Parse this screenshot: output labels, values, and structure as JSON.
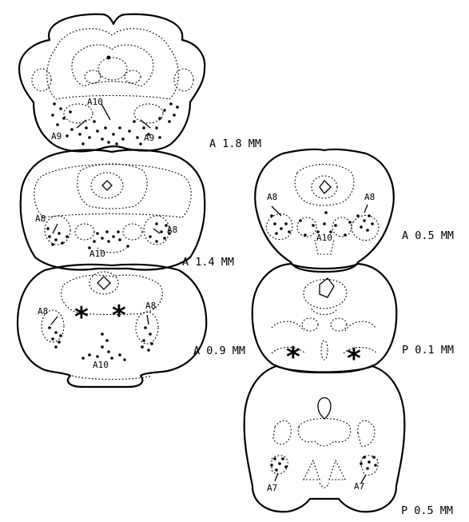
{
  "sections": [
    {
      "level": "A 1.8 MM",
      "labels": [
        "A10",
        "A9",
        "A9"
      ]
    },
    {
      "level": "A 1.4 MM",
      "labels": [
        "A8",
        "A8",
        "A10"
      ]
    },
    {
      "level": "A 0.9 MM",
      "labels": [
        "A8",
        "A8",
        "A10"
      ],
      "asterisks": [
        "*",
        "*"
      ]
    },
    {
      "level": "A 0.5 MM",
      "labels": [
        "A8",
        "A8",
        "A10"
      ]
    },
    {
      "level": "P 0.1 MM",
      "labels": [],
      "asterisks": [
        "*",
        "*"
      ]
    },
    {
      "level": "P 0.5 MM",
      "labels": [
        "A7",
        "A7"
      ]
    }
  ]
}
